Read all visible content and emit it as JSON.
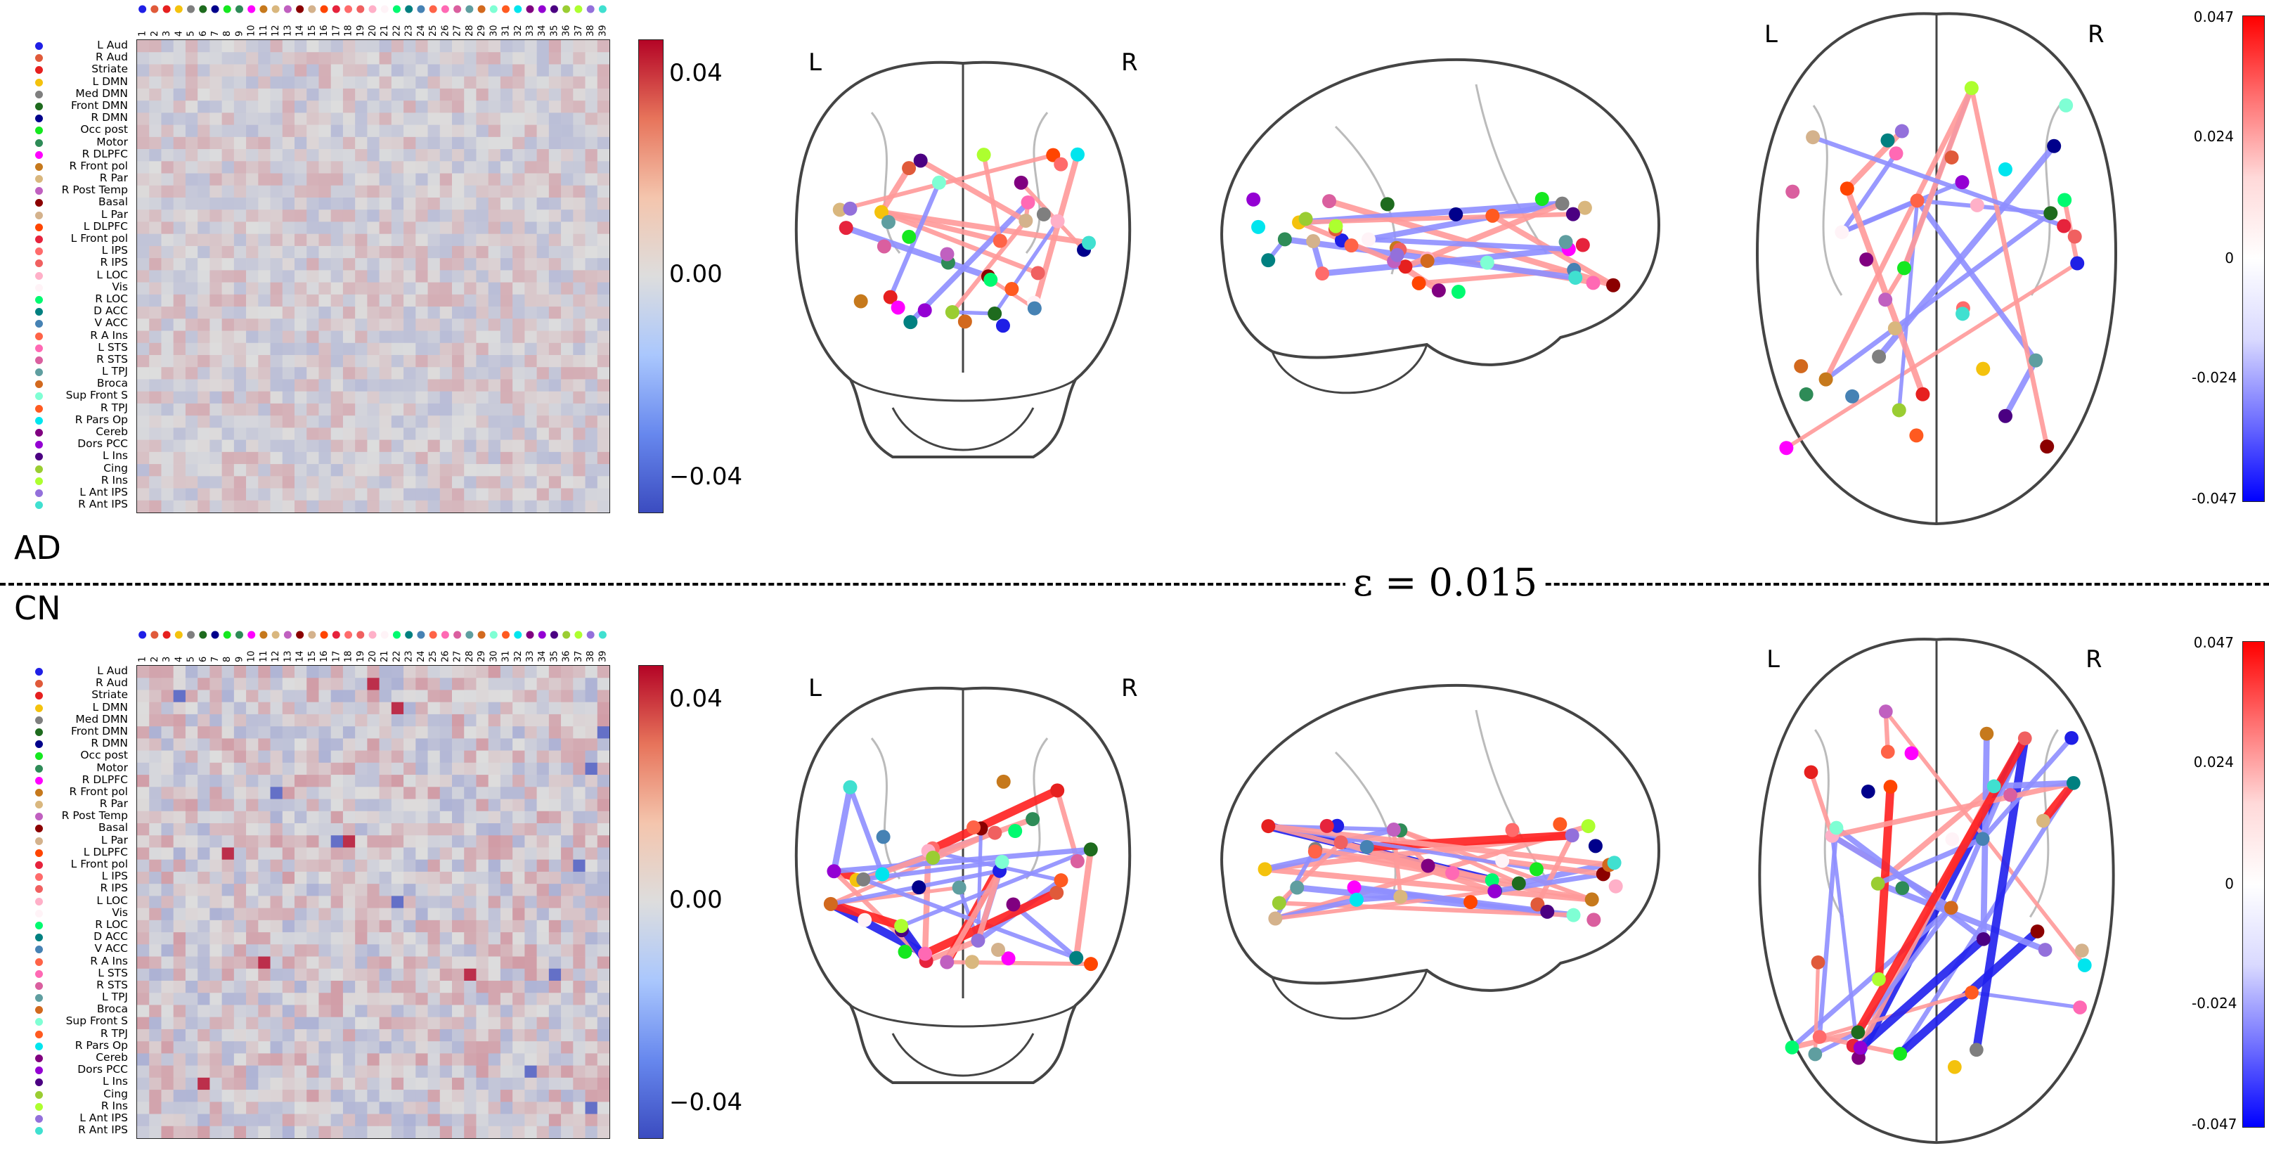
{
  "regions": [
    "L Aud",
    "R Aud",
    "Striate",
    "L DMN",
    "Med DMN",
    "Front DMN",
    "R DMN",
    "Occ post",
    "Motor",
    "R DLPFC",
    "R Front pol",
    "R Par",
    "R Post Temp",
    "Basal",
    "L Par",
    "L DLPFC",
    "L Front pol",
    "L IPS",
    "R IPS",
    "L LOC",
    "Vis",
    "R LOC",
    "D ACC",
    "V ACC",
    "R A Ins",
    "L STS",
    "R STS",
    "L TPJ",
    "Broca",
    "Sup Front S",
    "R TPJ",
    "R Pars Op",
    "Cereb",
    "Dors PCC",
    "L Ins",
    "Cing",
    "R Ins",
    "L Ant IPS",
    "R Ant IPS"
  ],
  "region_colors": [
    "#1f1fe6",
    "#e05a3a",
    "#e6201f",
    "#f4c20d",
    "#7f7f7f",
    "#1e6b1e",
    "#00008b",
    "#15e81f",
    "#2e8b57",
    "#ff00ff",
    "#c6791c",
    "#d9b77e",
    "#c060c0",
    "#8b0000",
    "#d4b28c",
    "#ff4500",
    "#e6233c",
    "#ff6b6b",
    "#f06060",
    "#ffb0c8",
    "#fff3f7",
    "#00fa70",
    "#008080",
    "#4682b4",
    "#ff6347",
    "#ff69b4",
    "#da5f9f",
    "#5f9ea0",
    "#d2691e",
    "#7fffd4",
    "#ff5a20",
    "#00e5ee",
    "#800080",
    "#9400d3",
    "#4b0082",
    "#9acd32",
    "#adff2f",
    "#9370db",
    "#40e0d0"
  ],
  "matrix_numbers": [
    "1",
    "2",
    "3",
    "4",
    "5",
    "6",
    "7",
    "8",
    "9",
    "10",
    "11",
    "12",
    "13",
    "14",
    "15",
    "16",
    "17",
    "18",
    "19",
    "20",
    "21",
    "22",
    "23",
    "24",
    "25",
    "26",
    "27",
    "28",
    "29",
    "30",
    "31",
    "32",
    "33",
    "34",
    "35",
    "36",
    "37",
    "38",
    "39"
  ],
  "groups": [
    "AD",
    "CN"
  ],
  "epsilon_label": "ε = 0.015",
  "left_colorbar_ticks": [
    "0.04",
    "0.00",
    "−0.04"
  ],
  "right_colorbar": {
    "AD": [
      "0.047",
      "0.024",
      "0",
      "-0.024",
      "-0.047"
    ],
    "CN": [
      "0.047",
      "0.024",
      "0",
      "-0.024",
      "-0.047"
    ]
  },
  "view_labels": {
    "left": "L",
    "right": "R"
  },
  "colors": {
    "pos": "#ff5555",
    "neg": "#5555ff",
    "neutral": "#dddddd"
  }
}
